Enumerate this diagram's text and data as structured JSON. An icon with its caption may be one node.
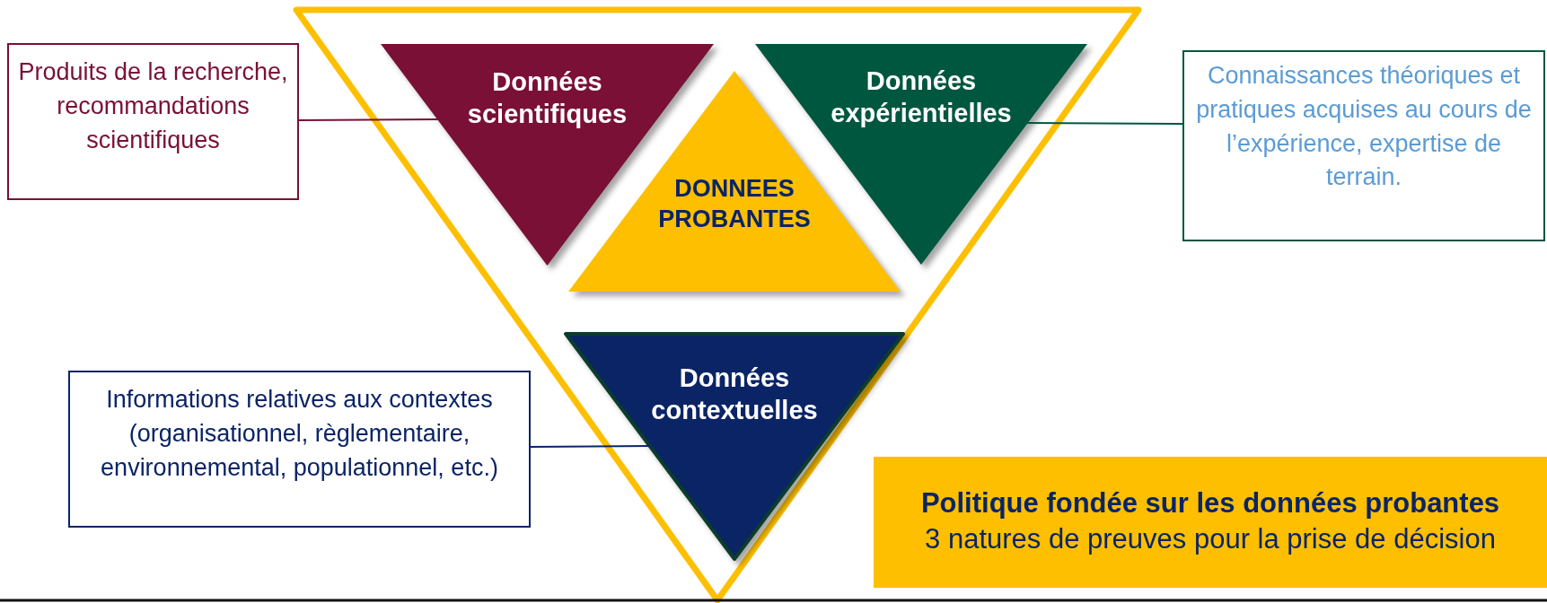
{
  "diagram": {
    "nodes": [
      {
        "text": [],
        "shape": "triangle"
      },
      {
        "text": [
          "Données scientifiques"
        ],
        "in": 0
      },
      {
        "text": [
          "Données expérientielles"
        ],
        "in": 0
      },
      {
        "text": [
          "DONNEES PROBANTES"
        ],
        "in": 0
      },
      {
        "text": [
          "Données contextuelles"
        ],
        "in": 0
      },
      {
        "text": [
          "Produits de la recherche, recommandations scientifiques"
        ]
      },
      {
        "text": [
          "Connaissances théoriques et pratiques acquises au cours de l’expérience, expertise de terrain."
        ]
      },
      {
        "text": [
          "Informations relatives aux contextes (organisationnel, règlementaire, environnemental, populationnel, etc.)"
        ]
      },
      {
        "text": [
          "Politique fondée sur les données probantes",
          "3 natures de preuves pour la prise de décision"
        ]
      }
    ],
    "edges": [
      {
        "from": 5,
        "to": 1,
        "arrow": "none",
        "color": "#7a1035"
      },
      {
        "from": 6,
        "to": 2,
        "arrow": "none",
        "color": "#00573f"
      },
      {
        "from": 7,
        "to": 4,
        "arrow": "none",
        "color": "#0a2466"
      }
    ]
  }
}
